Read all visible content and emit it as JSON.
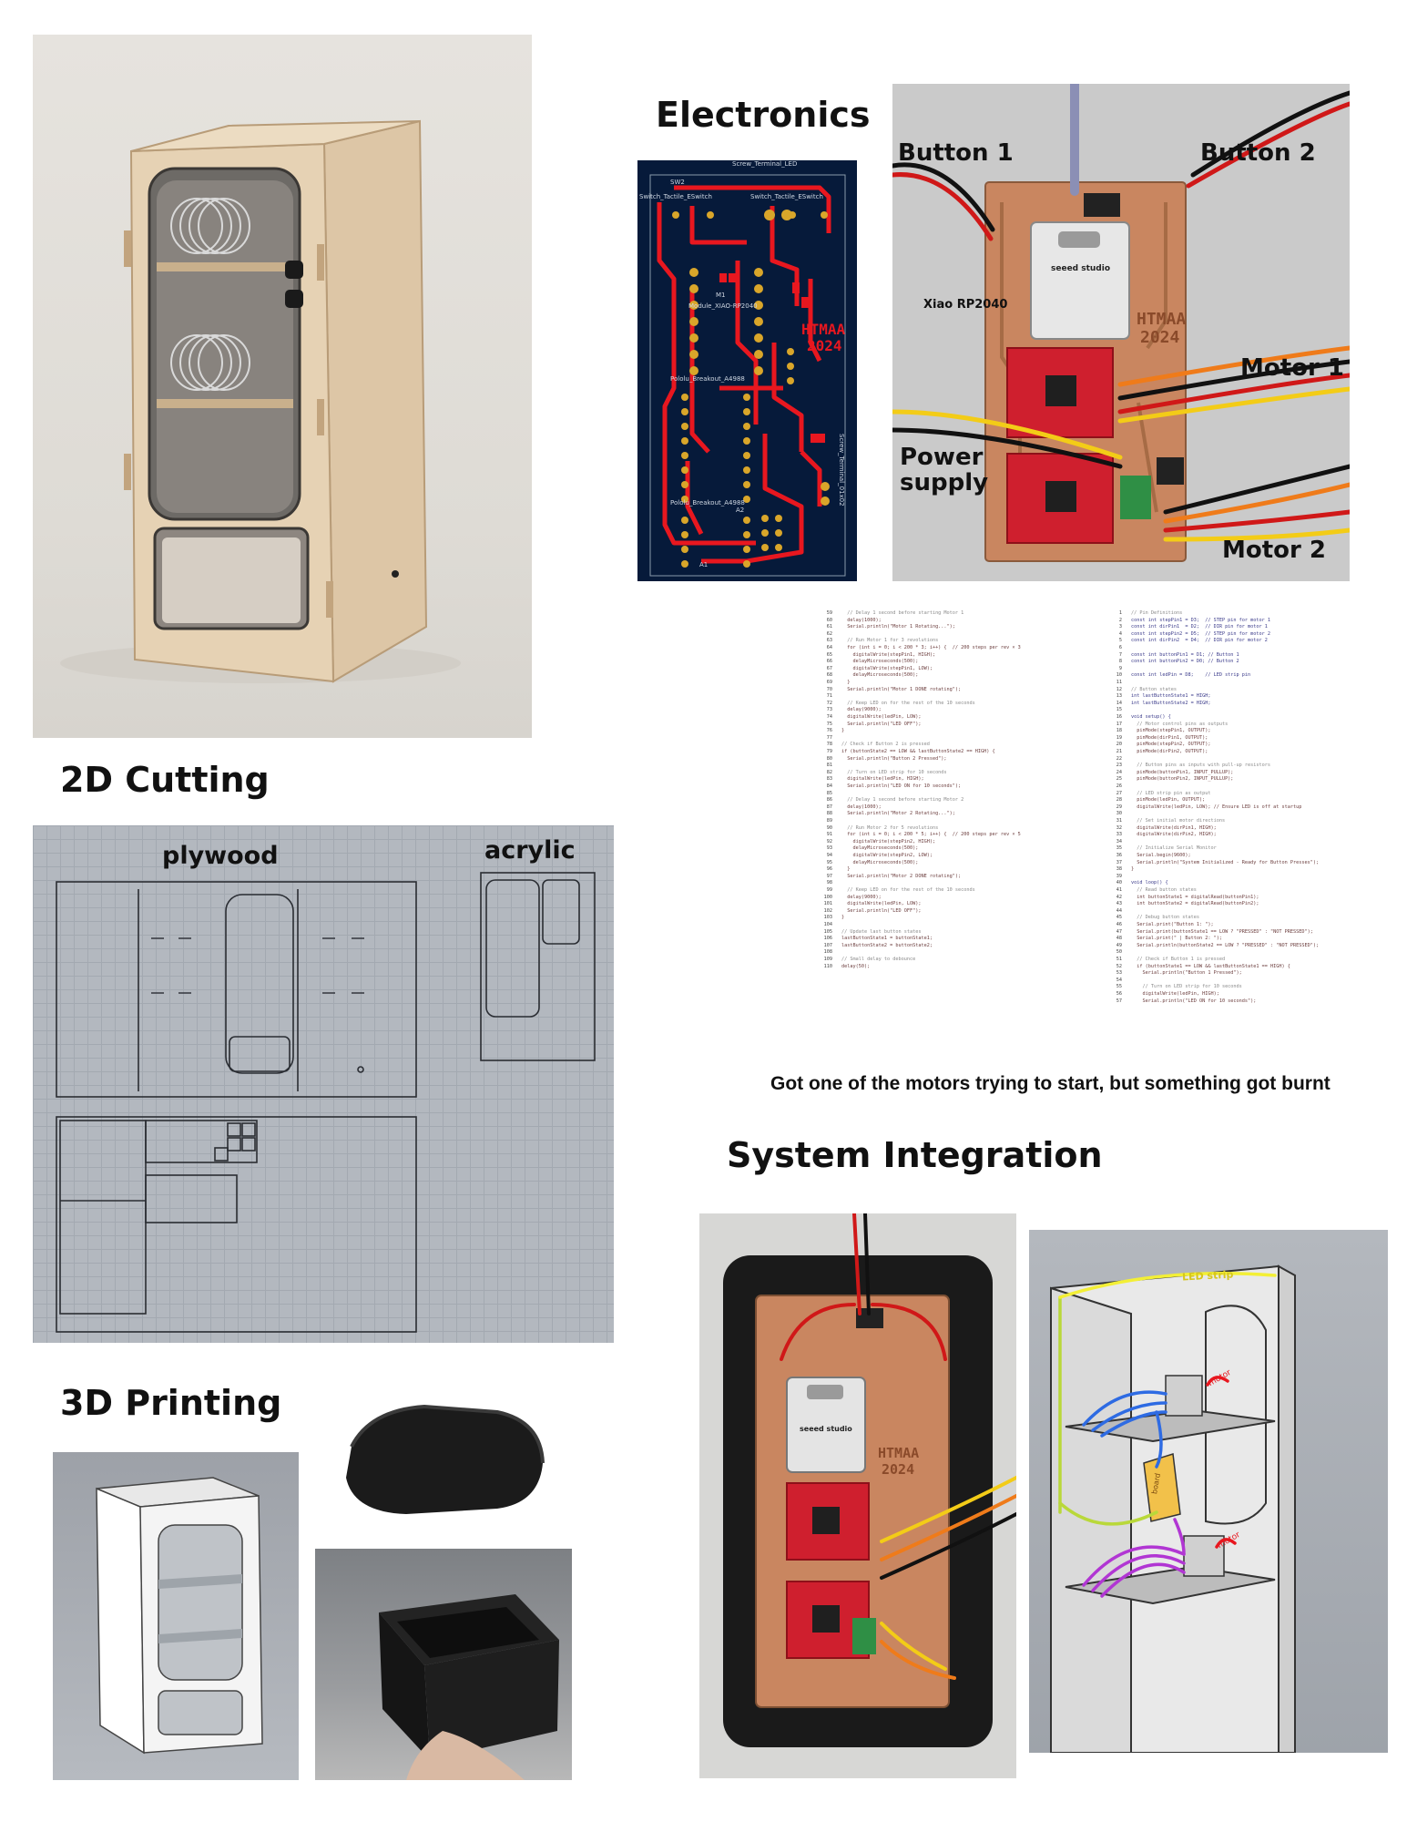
{
  "headings": {
    "electronics": "Electronics",
    "cutting": "2D Cutting",
    "printing": "3D Printing",
    "integration": "System Integration"
  },
  "pcb": {
    "top_label": "Screw_Terminal_LED",
    "sw2": "SW2",
    "switch_left": "Switch_Tactile_ESwitch",
    "switch_right": "Switch_Tactile_ESwitch",
    "m1": "M1",
    "module": "Module_XIAO-RP2040",
    "brand1": "HTMAA",
    "brand2": "2024",
    "driver1": "Pololu_Breakout_A4988",
    "driver2": "Pololu_Breakout_A4988",
    "screw": "Screw_Terminal_01x02",
    "a1": "A1",
    "a2": "A2"
  },
  "board_photo": {
    "labels": {
      "button1": "Button 1",
      "button2": "Button 2",
      "xiao": "Xiao RP2040",
      "motor1": "Motor 1",
      "power1": "Power",
      "power2": "supply",
      "motor2": "Motor 2"
    },
    "chip_text": "seeed studio",
    "board_brand1": "HTMAA",
    "board_brand2": "2024"
  },
  "code": {
    "left": [
      {
        "n": "59",
        "t": "  // Delay 1 second before starting Motor 1",
        "c": "cm"
      },
      {
        "n": "60",
        "t": "  delay(1000);",
        "c": ""
      },
      {
        "n": "61",
        "t": "  Serial.println(\"Motor 1 Rotating...\");",
        "c": ""
      },
      {
        "n": "62",
        "t": "",
        "c": ""
      },
      {
        "n": "63",
        "t": "  // Run Motor 1 for 3 revolutions",
        "c": "cm"
      },
      {
        "n": "64",
        "t": "  for (int i = 0; i < 200 * 3; i++) {  // 200 steps per rev × 3",
        "c": ""
      },
      {
        "n": "65",
        "t": "    digitalWrite(stepPin1, HIGH);",
        "c": ""
      },
      {
        "n": "66",
        "t": "    delayMicroseconds(500);",
        "c": ""
      },
      {
        "n": "67",
        "t": "    digitalWrite(stepPin1, LOW);",
        "c": ""
      },
      {
        "n": "68",
        "t": "    delayMicroseconds(500);",
        "c": ""
      },
      {
        "n": "69",
        "t": "  }",
        "c": ""
      },
      {
        "n": "70",
        "t": "  Serial.println(\"Motor 1 DONE rotating\");",
        "c": ""
      },
      {
        "n": "71",
        "t": "",
        "c": ""
      },
      {
        "n": "72",
        "t": "  // Keep LED on for the rest of the 10 seconds",
        "c": "cm"
      },
      {
        "n": "73",
        "t": "  delay(9000);",
        "c": ""
      },
      {
        "n": "74",
        "t": "  digitalWrite(ledPin, LOW);",
        "c": ""
      },
      {
        "n": "75",
        "t": "  Serial.println(\"LED OFF\");",
        "c": ""
      },
      {
        "n": "76",
        "t": "}",
        "c": ""
      },
      {
        "n": "77",
        "t": "",
        "c": ""
      },
      {
        "n": "78",
        "t": "// Check if Button 2 is pressed",
        "c": "cm"
      },
      {
        "n": "79",
        "t": "if (buttonState2 == LOW && lastButtonState2 == HIGH) {",
        "c": ""
      },
      {
        "n": "80",
        "t": "  Serial.println(\"Button 2 Pressed\");",
        "c": ""
      },
      {
        "n": "81",
        "t": "",
        "c": ""
      },
      {
        "n": "82",
        "t": "  // Turn on LED strip for 10 seconds",
        "c": "cm"
      },
      {
        "n": "83",
        "t": "  digitalWrite(ledPin, HIGH);",
        "c": ""
      },
      {
        "n": "84",
        "t": "  Serial.println(\"LED ON for 10 seconds\");",
        "c": ""
      },
      {
        "n": "85",
        "t": "",
        "c": ""
      },
      {
        "n": "86",
        "t": "  // Delay 1 second before starting Motor 2",
        "c": "cm"
      },
      {
        "n": "87",
        "t": "  delay(1000);",
        "c": ""
      },
      {
        "n": "88",
        "t": "  Serial.println(\"Motor 2 Rotating...\");",
        "c": ""
      },
      {
        "n": "89",
        "t": "",
        "c": ""
      },
      {
        "n": "90",
        "t": "  // Run Motor 2 for 5 revolutions",
        "c": "cm"
      },
      {
        "n": "91",
        "t": "  for (int i = 0; i < 200 * 5; i++) {  // 200 steps per rev × 5",
        "c": ""
      },
      {
        "n": "92",
        "t": "    digitalWrite(stepPin2, HIGH);",
        "c": ""
      },
      {
        "n": "93",
        "t": "    delayMicroseconds(500);",
        "c": ""
      },
      {
        "n": "94",
        "t": "    digitalWrite(stepPin2, LOW);",
        "c": ""
      },
      {
        "n": "95",
        "t": "    delayMicroseconds(500);",
        "c": ""
      },
      {
        "n": "96",
        "t": "  }",
        "c": ""
      },
      {
        "n": "97",
        "t": "  Serial.println(\"Motor 2 DONE rotating\");",
        "c": ""
      },
      {
        "n": "98",
        "t": "",
        "c": ""
      },
      {
        "n": "99",
        "t": "  // Keep LED on for the rest of the 10 seconds",
        "c": "cm"
      },
      {
        "n": "100",
        "t": "  delay(9000);",
        "c": ""
      },
      {
        "n": "101",
        "t": "  digitalWrite(ledPin, LOW);",
        "c": ""
      },
      {
        "n": "102",
        "t": "  Serial.println(\"LED OFF\");",
        "c": ""
      },
      {
        "n": "103",
        "t": "}",
        "c": ""
      },
      {
        "n": "104",
        "t": "",
        "c": ""
      },
      {
        "n": "105",
        "t": "// Update last button states",
        "c": "cm"
      },
      {
        "n": "106",
        "t": "lastButtonState1 = buttonState1;",
        "c": ""
      },
      {
        "n": "107",
        "t": "lastButtonState2 = buttonState2;",
        "c": ""
      },
      {
        "n": "108",
        "t": "",
        "c": ""
      },
      {
        "n": "109",
        "t": "// Small delay to debounce",
        "c": "cm"
      },
      {
        "n": "110",
        "t": "delay(50);",
        "c": ""
      }
    ],
    "right": [
      {
        "n": "1",
        "t": "// Pin Definitions",
        "c": "cm"
      },
      {
        "n": "2",
        "t": "const int stepPin1 = D3;  // STEP pin for motor 1",
        "c": "kw"
      },
      {
        "n": "3",
        "t": "const int dirPin1  = D2;  // DIR pin for motor 1",
        "c": "kw"
      },
      {
        "n": "4",
        "t": "const int stepPin2 = D5;  // STEP pin for motor 2",
        "c": "kw"
      },
      {
        "n": "5",
        "t": "const int dirPin2  = D4;  // DIR pin for motor 2",
        "c": "kw"
      },
      {
        "n": "6",
        "t": "",
        "c": ""
      },
      {
        "n": "7",
        "t": "const int buttonPin1 = D1; // Button 1",
        "c": "kw"
      },
      {
        "n": "8",
        "t": "const int buttonPin2 = D0; // Button 2",
        "c": "kw"
      },
      {
        "n": "9",
        "t": "",
        "c": ""
      },
      {
        "n": "10",
        "t": "const int ledPin = D8;    // LED strip pin",
        "c": "kw"
      },
      {
        "n": "11",
        "t": "",
        "c": ""
      },
      {
        "n": "12",
        "t": "// Button states",
        "c": "cm"
      },
      {
        "n": "13",
        "t": "int lastButtonState1 = HIGH;",
        "c": "kw"
      },
      {
        "n": "14",
        "t": "int lastButtonState2 = HIGH;",
        "c": "kw"
      },
      {
        "n": "15",
        "t": "",
        "c": ""
      },
      {
        "n": "16",
        "t": "void setup() {",
        "c": "kw"
      },
      {
        "n": "17",
        "t": "  // Motor control pins as outputs",
        "c": "cm"
      },
      {
        "n": "18",
        "t": "  pinMode(stepPin1, OUTPUT);",
        "c": ""
      },
      {
        "n": "19",
        "t": "  pinMode(dirPin1, OUTPUT);",
        "c": ""
      },
      {
        "n": "20",
        "t": "  pinMode(stepPin2, OUTPUT);",
        "c": ""
      },
      {
        "n": "21",
        "t": "  pinMode(dirPin2, OUTPUT);",
        "c": ""
      },
      {
        "n": "22",
        "t": "",
        "c": ""
      },
      {
        "n": "23",
        "t": "  // Button pins as inputs with pull-up resistors",
        "c": "cm"
      },
      {
        "n": "24",
        "t": "  pinMode(buttonPin1, INPUT_PULLUP);",
        "c": ""
      },
      {
        "n": "25",
        "t": "  pinMode(buttonPin2, INPUT_PULLUP);",
        "c": ""
      },
      {
        "n": "26",
        "t": "",
        "c": ""
      },
      {
        "n": "27",
        "t": "  // LED strip pin as output",
        "c": "cm"
      },
      {
        "n": "28",
        "t": "  pinMode(ledPin, OUTPUT);",
        "c": ""
      },
      {
        "n": "29",
        "t": "  digitalWrite(ledPin, LOW); // Ensure LED is off at startup",
        "c": ""
      },
      {
        "n": "30",
        "t": "",
        "c": ""
      },
      {
        "n": "31",
        "t": "  // Set initial motor directions",
        "c": "cm"
      },
      {
        "n": "32",
        "t": "  digitalWrite(dirPin1, HIGH);",
        "c": ""
      },
      {
        "n": "33",
        "t": "  digitalWrite(dirPin2, HIGH);",
        "c": ""
      },
      {
        "n": "34",
        "t": "",
        "c": ""
      },
      {
        "n": "35",
        "t": "  // Initialize Serial Monitor",
        "c": "cm"
      },
      {
        "n": "36",
        "t": "  Serial.begin(9600);",
        "c": ""
      },
      {
        "n": "37",
        "t": "  Serial.println(\"System Initialized - Ready for Button Presses\");",
        "c": ""
      },
      {
        "n": "38",
        "t": "}",
        "c": ""
      },
      {
        "n": "39",
        "t": "",
        "c": ""
      },
      {
        "n": "40",
        "t": "void loop() {",
        "c": "kw"
      },
      {
        "n": "41",
        "t": "  // Read button states",
        "c": "cm"
      },
      {
        "n": "42",
        "t": "  int buttonState1 = digitalRead(buttonPin1);",
        "c": ""
      },
      {
        "n": "43",
        "t": "  int buttonState2 = digitalRead(buttonPin2);",
        "c": ""
      },
      {
        "n": "44",
        "t": "",
        "c": ""
      },
      {
        "n": "45",
        "t": "  // Debug button states",
        "c": "cm"
      },
      {
        "n": "46",
        "t": "  Serial.print(\"Button 1: \");",
        "c": ""
      },
      {
        "n": "47",
        "t": "  Serial.print(buttonState1 == LOW ? \"PRESSED\" : \"NOT PRESSED\");",
        "c": ""
      },
      {
        "n": "48",
        "t": "  Serial.print(\" | Button 2: \");",
        "c": ""
      },
      {
        "n": "49",
        "t": "  Serial.println(buttonState2 == LOW ? \"PRESSED\" : \"NOT PRESSED\");",
        "c": ""
      },
      {
        "n": "50",
        "t": "",
        "c": ""
      },
      {
        "n": "51",
        "t": "  // Check if Button 1 is pressed",
        "c": "cm"
      },
      {
        "n": "52",
        "t": "  if (buttonState1 == LOW && lastButtonState1 == HIGH) {",
        "c": ""
      },
      {
        "n": "53",
        "t": "    Serial.println(\"Button 1 Pressed\");",
        "c": ""
      },
      {
        "n": "54",
        "t": "",
        "c": ""
      },
      {
        "n": "55",
        "t": "    // Turn on LED strip for 10 seconds",
        "c": "cm"
      },
      {
        "n": "56",
        "t": "    digitalWrite(ledPin, HIGH);",
        "c": ""
      },
      {
        "n": "57",
        "t": "    Serial.println(\"LED ON for 10 seconds\");",
        "c": ""
      }
    ]
  },
  "caption": "Got one of the motors trying to start, but something got burnt",
  "cutting": {
    "plywood_label": "plywood",
    "acrylic_label": "acrylic"
  },
  "sketch": {
    "led_label": "LED strip",
    "motor_label": "motor",
    "box_label": "board"
  },
  "colors": {
    "pcb_bg": "#061a3a",
    "trace": "#e8171f",
    "pad": "#d9a62a",
    "copper": "#c98660",
    "driver_red": "#cf1f2e",
    "wire_red": "#d01818",
    "wire_yellow": "#f3cc17",
    "wire_orange": "#ef7b1a",
    "plywood": "#d8bf9d",
    "sketch_yellow": "#f3ef36",
    "sketch_blue": "#2e6be3",
    "sketch_purple": "#b136d3"
  }
}
